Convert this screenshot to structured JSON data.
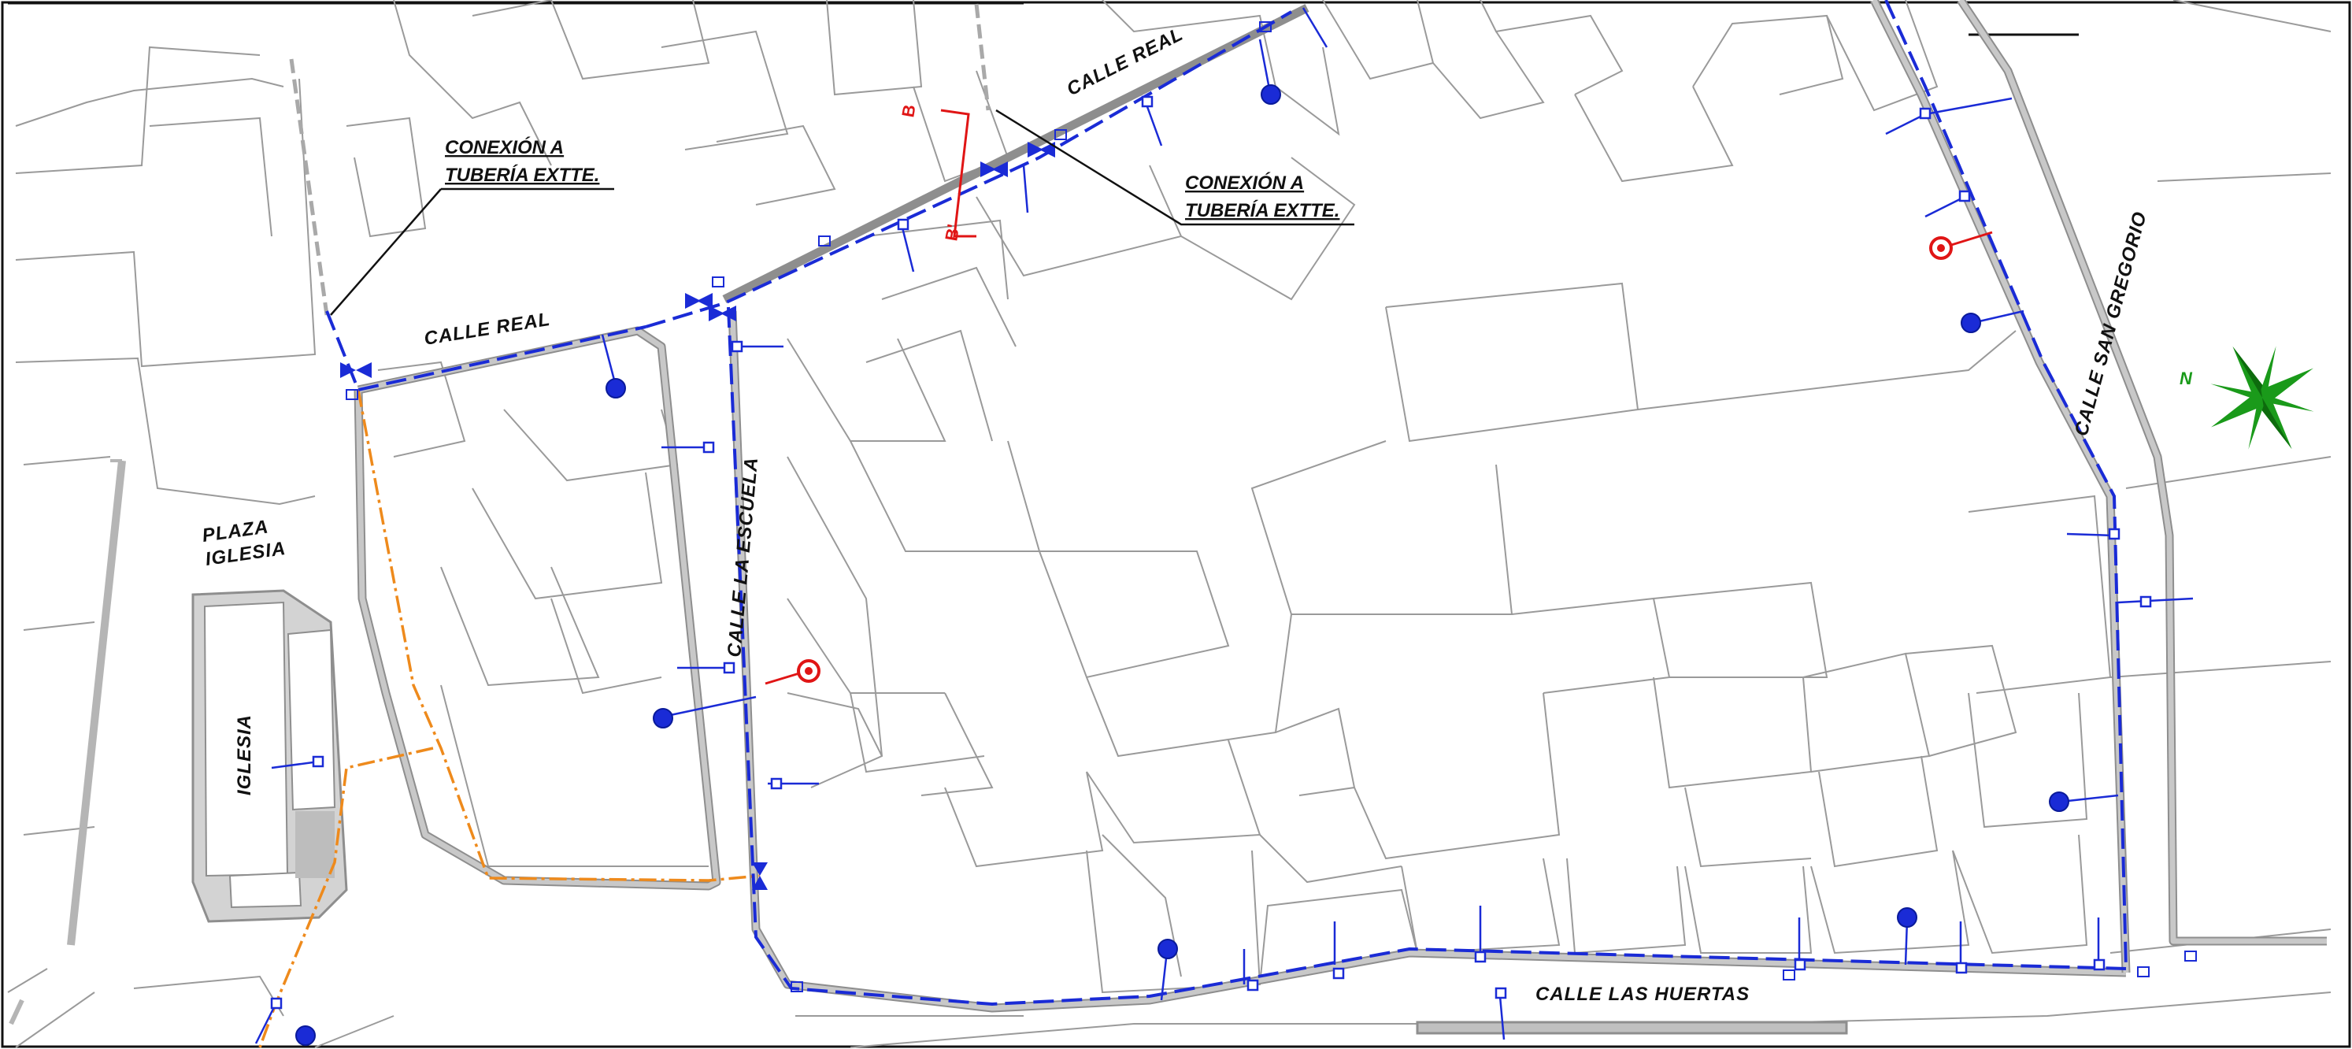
{
  "street_labels": {
    "calle_real_upper": "CALLE REAL",
    "calle_real_lower": "CALLE REAL",
    "calle_la_escuela": "CALLE LA ESCUELA",
    "calle_san_gregorio": "CALLE SAN GREGORIO",
    "calle_las_huertas": "CALLE  LAS HUERTAS"
  },
  "place_labels": {
    "plaza_line1": "PLAZA",
    "plaza_line2": "IGLESIA",
    "iglesia": "IGLESIA"
  },
  "annotations": {
    "conexion_left_line1": "CONEXIÓN A",
    "conexion_left_line2": "TUBERÍA EXTTE.",
    "conexion_right_line1": "CONEXIÓN A",
    "conexion_right_line2": "TUBERÍA EXTTE."
  },
  "section_marks": {
    "top": "B",
    "bottom": "B'"
  },
  "north_label": "N",
  "colors": {
    "water_main": "#1a2bd6",
    "secondary_pipe": "#ee8a1c",
    "fire_hydrant": "#e01515",
    "north_arrow": "#1a9a1a",
    "street_kerb": "#8e8e8e",
    "buildings": "#9a9a9a"
  }
}
